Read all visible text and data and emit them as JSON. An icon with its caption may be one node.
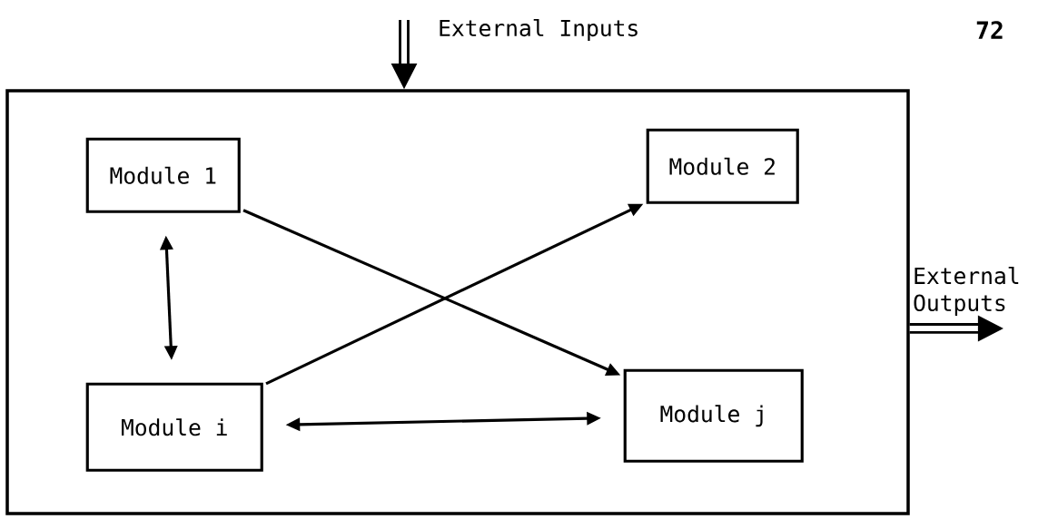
{
  "diagram": {
    "nodes": [
      {
        "text": [],
        "shape": "box"
      },
      {
        "text": [
          "Module 1"
        ],
        "in": 0
      },
      {
        "text": [
          "Module 2"
        ],
        "in": 0
      },
      {
        "text": [
          "Module i"
        ],
        "in": 0
      },
      {
        "text": [
          "Module j"
        ],
        "in": 0
      }
    ],
    "edges": [
      {
        "from": null,
        "to": 0,
        "arrow": "to",
        "label": "External Inputs",
        "style": "thick"
      },
      {
        "from": 1,
        "to": 3,
        "arrow": "both"
      },
      {
        "from": 1,
        "to": 4,
        "arrow": "to"
      },
      {
        "from": 3,
        "to": 2,
        "arrow": "to"
      },
      {
        "from": 3,
        "to": 4,
        "arrow": "both"
      },
      {
        "from": 0,
        "to": null,
        "arrow": "to",
        "label": "External Outputs",
        "style": "thick"
      }
    ],
    "labels": [
      "72"
    ]
  }
}
